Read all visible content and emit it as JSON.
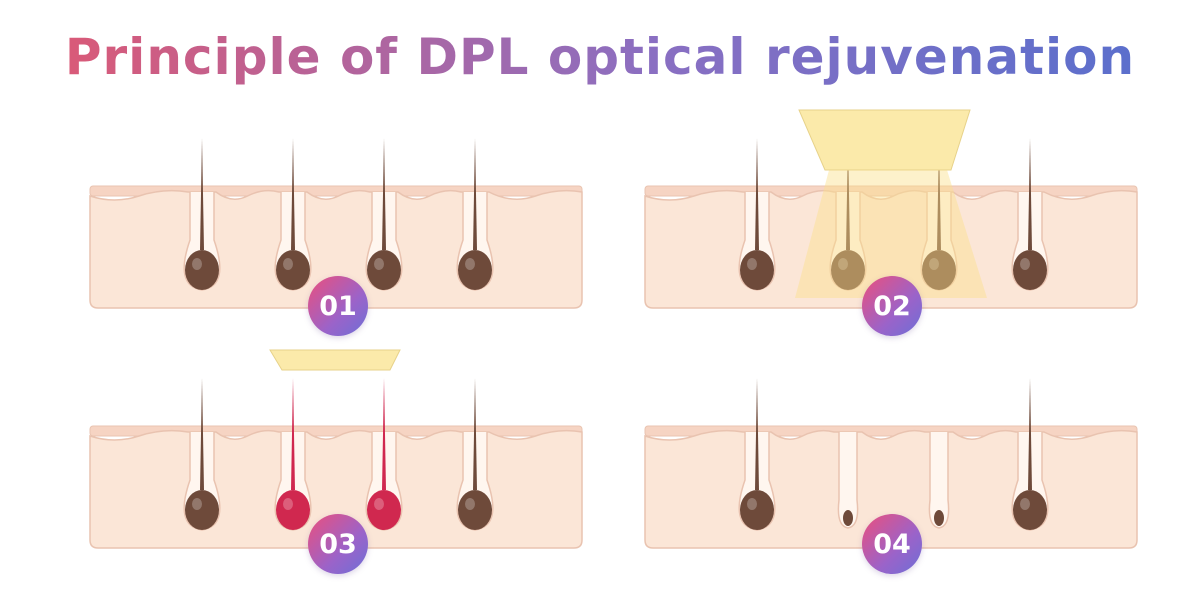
{
  "title": "Principle of DPL optical rejuvenation",
  "steps": [
    {
      "label": "01"
    },
    {
      "label": "02"
    },
    {
      "label": "03"
    },
    {
      "label": "04"
    }
  ],
  "colors": {
    "skin": "#fbe6d7",
    "skin_outline": "#e9c3b0",
    "hair": "#6e4a3a",
    "hair_treated": "#d0284f",
    "light": "#fbeaaa",
    "badge_start": "#ec4f7c",
    "badge_end": "#6d6fd6"
  }
}
